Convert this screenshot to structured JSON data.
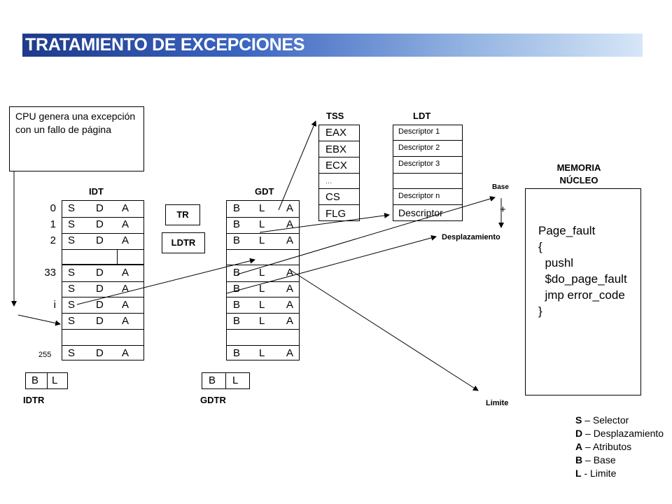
{
  "title": "TRATAMIENTO DE EXCEPCIONES",
  "cpu_box": {
    "text": "CPU genera una excepción con un fallo de página"
  },
  "idt": {
    "label": "IDT",
    "row_labels": [
      "0",
      "1",
      "2",
      "33",
      "i",
      "255"
    ],
    "cells": [
      "S",
      "D",
      "A"
    ]
  },
  "idtr": {
    "label": "IDTR",
    "cells": [
      "B",
      "L"
    ]
  },
  "gdt": {
    "label": "GDT",
    "cells": [
      "B",
      "L",
      "A"
    ]
  },
  "gdtr": {
    "label": "GDTR",
    "cells": [
      "B",
      "L"
    ]
  },
  "tr": {
    "label": "TR"
  },
  "ldtr": {
    "label": "LDTR"
  },
  "tss": {
    "label": "TSS",
    "rows": [
      "EAX",
      "EBX",
      "ECX",
      "...",
      "CS",
      "FLG"
    ]
  },
  "ldt": {
    "label": "LDT",
    "rows": [
      "Descriptor 1",
      "Descriptor 2",
      "Descriptor 3",
      "",
      "Descriptor n",
      "Descriptor"
    ]
  },
  "labels": {
    "base": "Base",
    "plus": "+",
    "desplazamiento": "Desplazamiento",
    "limite": "Limite"
  },
  "memoria": {
    "label_line1": "MEMORIA",
    "label_line2": "NÚCLEO",
    "code": [
      "Page_fault",
      "{",
      "  pushl",
      "  $do_page_fault",
      "  jmp error_code",
      "}"
    ]
  },
  "legend": [
    {
      "key": "S",
      "text": " – Selector"
    },
    {
      "key": "D",
      "text": " – Desplazamiento"
    },
    {
      "key": "A",
      "text": " – Atributos"
    },
    {
      "key": "B",
      "text": " – Base"
    },
    {
      "key": "L",
      "text": " - Limite"
    }
  ]
}
